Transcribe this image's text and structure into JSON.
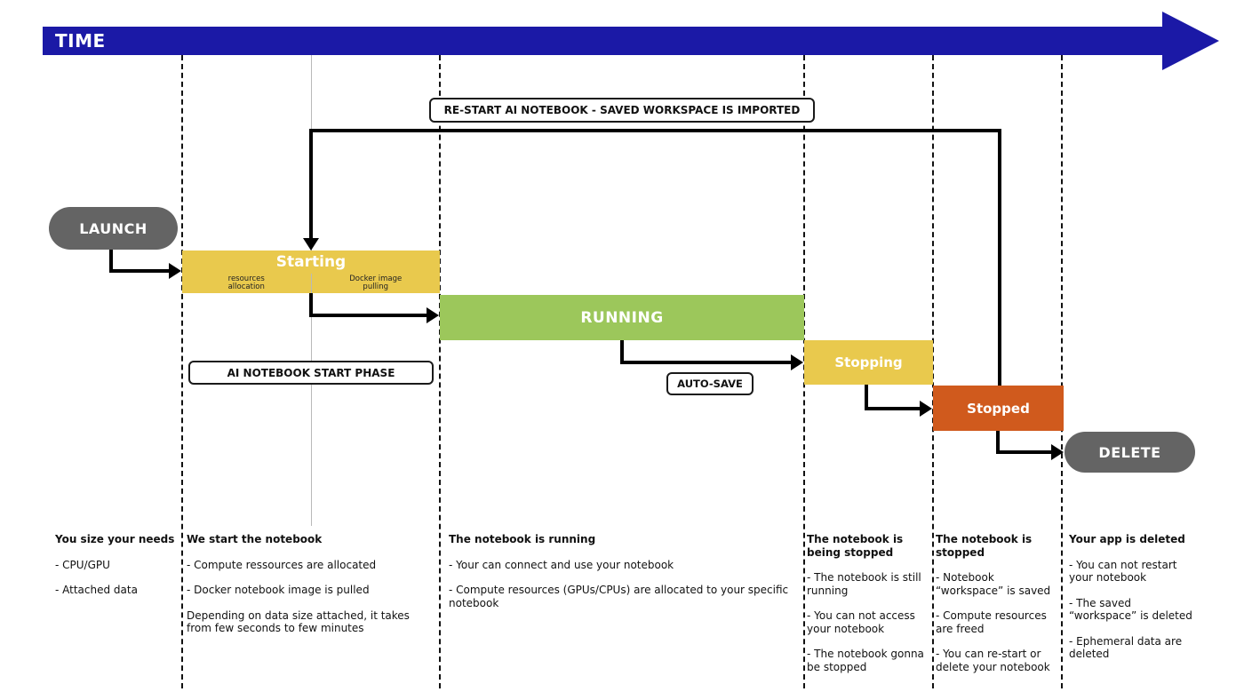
{
  "timeline": {
    "label": "TIME"
  },
  "colors": {
    "time_blue": "#1b19a6",
    "yellow": "#e9c94d",
    "green": "#9cc75b",
    "orange": "#d05a1d",
    "pill_gray": "#646464"
  },
  "labels": {
    "restart": "RE-START AI NOTEBOOK - SAVED WORKSPACE IS IMPORTED",
    "start_phase": "AI NOTEBOOK START PHASE",
    "auto_save": "AUTO-SAVE"
  },
  "nodes": {
    "launch": "LAUNCH",
    "delete": "DELETE"
  },
  "phases": {
    "starting": {
      "label": "Starting",
      "sub_left": "resources allocation",
      "sub_right": "Docker image pulling"
    },
    "running": {
      "label": "RUNNING"
    },
    "stopping": {
      "label": "Stopping"
    },
    "stopped": {
      "label": "Stopped"
    }
  },
  "columns": [
    {
      "title": "You size your needs",
      "items": [
        "- CPU/GPU",
        "- Attached data"
      ]
    },
    {
      "title": "We start the notebook",
      "items": [
        "- Compute ressources are allocated",
        "- Docker notebook image is pulled",
        "Depending on data size attached, it takes from few seconds to few minutes"
      ]
    },
    {
      "title": "The notebook is running",
      "items": [
        "- Your can connect and use your notebook",
        "- Compute resources (GPUs/CPUs) are allocated to your specific notebook"
      ]
    },
    {
      "title": "The notebook is being stopped",
      "items": [
        "- The notebook is still running",
        "- You can not access your notebook",
        "- The notebook gonna be stopped"
      ]
    },
    {
      "title": "The notebook is stopped",
      "items": [
        "- Notebook “workspace” is saved",
        "- Compute resources are freed",
        "- You can re-start or delete your notebook"
      ]
    },
    {
      "title": "Your app is deleted",
      "items": [
        "- You can not restart your notebook",
        "- The saved “workspace” is deleted",
        "- Ephemeral data are deleted"
      ]
    }
  ]
}
